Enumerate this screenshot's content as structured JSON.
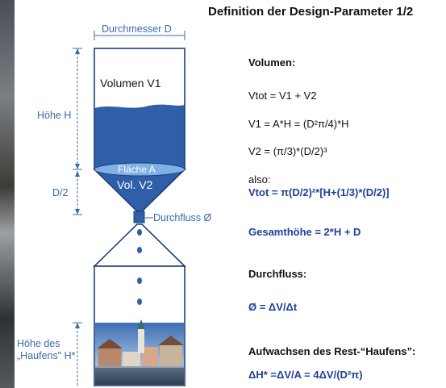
{
  "title": "Definition der Design-Parameter 1/2",
  "diagram": {
    "diameter_label": "Durchmesser D",
    "height_label": "Höhe H",
    "half_d_label": "D/2",
    "volume1_label": "Volumen V1",
    "area_label": "Fläche A",
    "volume2_label": "Vol. V2",
    "flow_label": "Durchfluss Ø",
    "heap_label_line1": "Höhe des",
    "heap_label_line2": "„Haufens\" H*"
  },
  "formulas": {
    "volume_heading": "Volumen:",
    "vtot": "Vtot = V1 + V2",
    "v1": "V1 = A*H = (D²π/4)*H",
    "v2": "V2 = (π/3)*(D/2)³",
    "also": "also:",
    "vtot_full": "Vtot = π(D/2)²*[H+(1/3)*(D/2)]",
    "total_height": "Gesamthöhe = 2*H + D",
    "flow_heading": "Durchfluss:",
    "flow_formula": "Ø = ΔV/Δt",
    "heap_heading": "Aufwachsen des Rest-“Haufens”:",
    "heap_formula": "ΔH* =ΔV/A = 4ΔV/(D²π)"
  },
  "colors": {
    "liquid": "#2f5fa8",
    "outline": "#1d3f7a",
    "label": "#3b6aa8",
    "formula_bold": "#1f3f99"
  }
}
